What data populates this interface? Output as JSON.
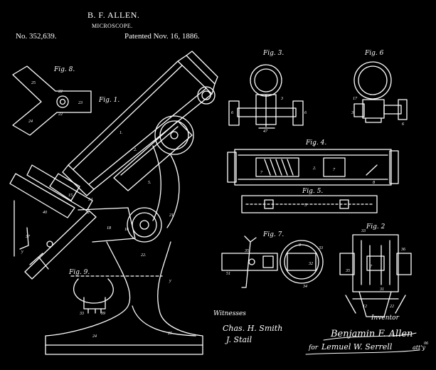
{
  "header": {
    "inventor_name": "B. F. ALLEN.",
    "title": "MICROSCOPE.",
    "patent_no": "No. 352,639.",
    "patent_date": "Patented Nov. 16, 1886."
  },
  "figures": {
    "fig1": "Fig. 1.",
    "fig2": "Fig. 2",
    "fig3": "Fig. 3.",
    "fig4": "Fig. 4.",
    "fig5": "Fig. 5.",
    "fig6": "Fig. 6",
    "fig7": "Fig. 7.",
    "fig8": "Fig. 8.",
    "fig9": "Fig. 9."
  },
  "signatures": {
    "witnesses_label": "Witnesses",
    "witness1": "Chas. H. Smith",
    "witness2": "J. Stail",
    "inventor_label": "Inventor",
    "inventor_signature": "Benjamin F. Allen",
    "attorney": "Lemuel W. Serrell",
    "attorney_prefix": "for",
    "attorney_suffix": "att'y"
  }
}
